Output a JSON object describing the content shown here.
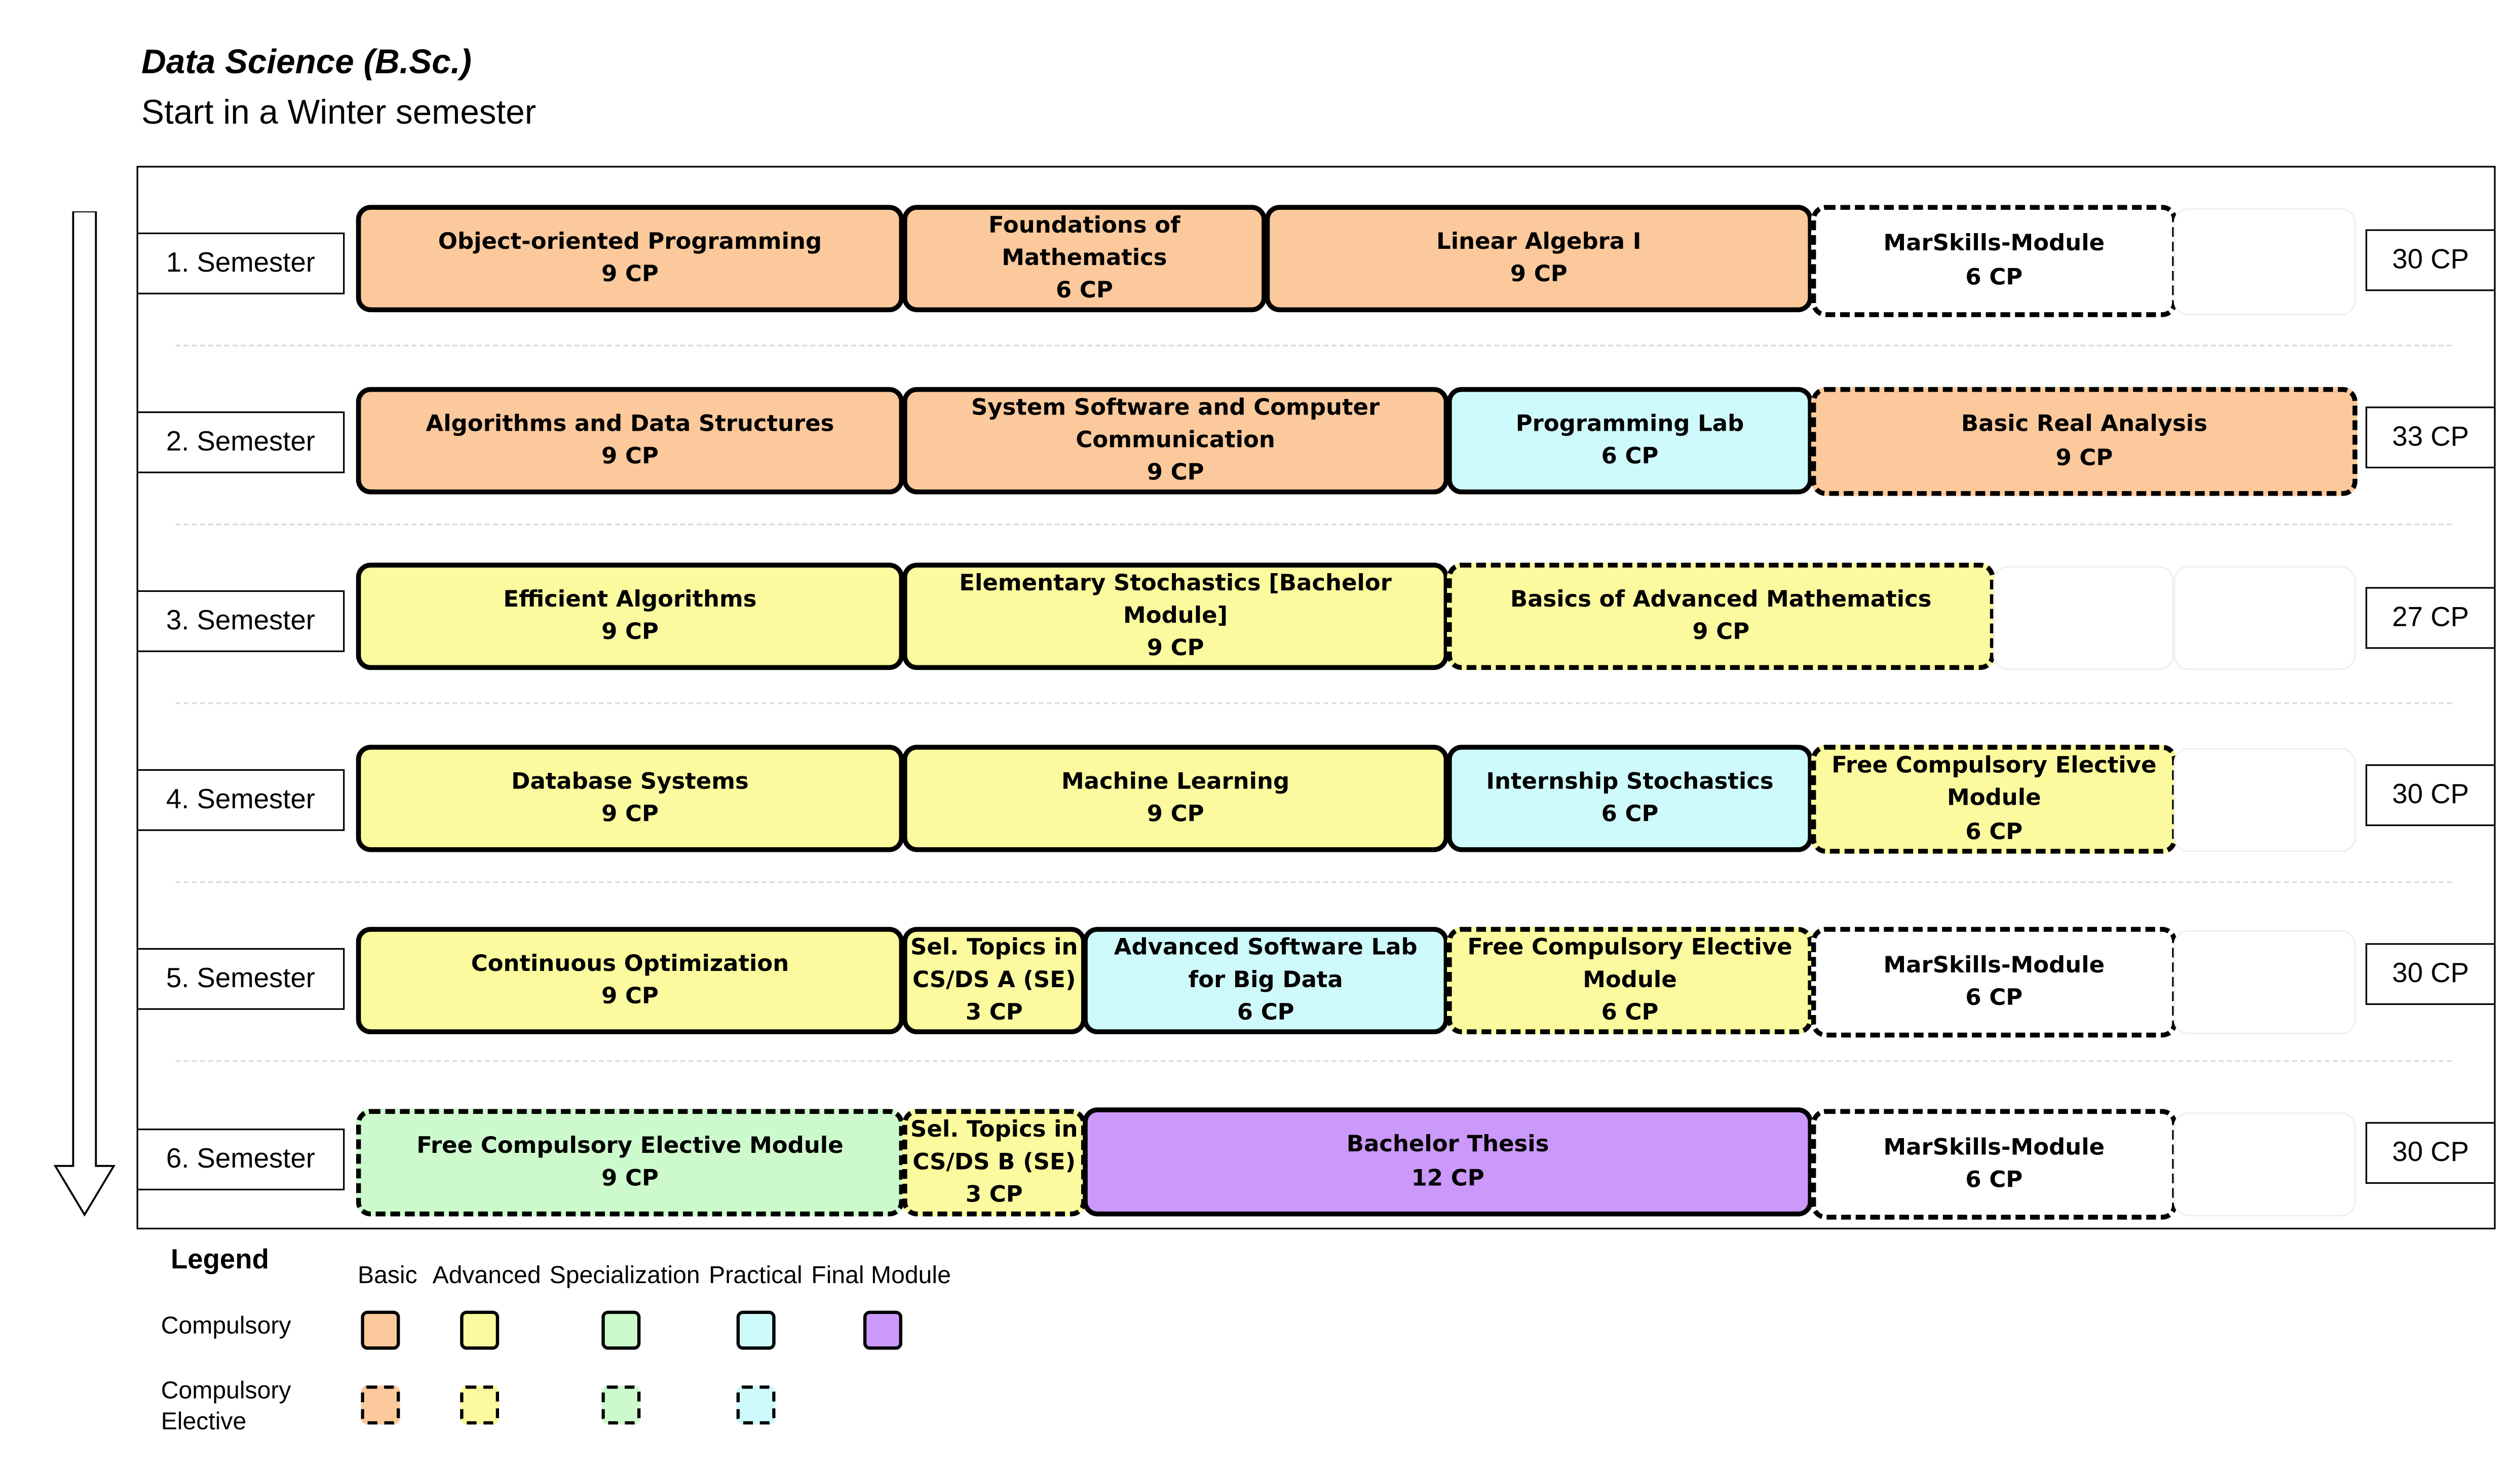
{
  "header": {
    "title": "Data Science (B.Sc.)",
    "subtitle": "Start in a Winter semester"
  },
  "semesters": [
    {
      "label": "1. Semester",
      "cp": "30 CP",
      "modules": [
        {
          "name": "Object-oriented Programming",
          "cp": "9 CP",
          "category": "basic",
          "type": "compulsory"
        },
        {
          "name": "Foundations of Mathematics",
          "cp": "6 CP",
          "category": "basic",
          "type": "compulsory"
        },
        {
          "name": "Linear Algebra I",
          "cp": "9 CP",
          "category": "basic",
          "type": "compulsory"
        },
        {
          "name": "MarSkills-Module",
          "cp": "6 CP",
          "category": "none",
          "type": "compulsory-elective"
        }
      ]
    },
    {
      "label": "2. Semester",
      "cp": "33 CP",
      "modules": [
        {
          "name": "Algorithms and Data Structures",
          "cp": "9 CP",
          "category": "basic",
          "type": "compulsory"
        },
        {
          "name": "System Software and Computer Communication",
          "cp": "9 CP",
          "category": "basic",
          "type": "compulsory"
        },
        {
          "name": "Programming Lab",
          "cp": "6 CP",
          "category": "practical",
          "type": "compulsory"
        },
        {
          "name": "Basic Real Analysis",
          "cp": "9 CP",
          "category": "basic",
          "type": "compulsory-elective"
        }
      ]
    },
    {
      "label": "3. Semester",
      "cp": "27 CP",
      "modules": [
        {
          "name": "Efficient Algorithms",
          "cp": "9 CP",
          "category": "advanced",
          "type": "compulsory"
        },
        {
          "name": "Elementary Stochastics [Bachelor Module]",
          "cp": "9 CP",
          "category": "advanced",
          "type": "compulsory"
        },
        {
          "name": "Basics of Advanced Mathematics",
          "cp": "9 CP",
          "category": "advanced",
          "type": "compulsory-elective"
        }
      ]
    },
    {
      "label": "4. Semester",
      "cp": "30 CP",
      "modules": [
        {
          "name": "Database Systems",
          "cp": "9 CP",
          "category": "advanced",
          "type": "compulsory"
        },
        {
          "name": "Machine Learning",
          "cp": "9 CP",
          "category": "advanced",
          "type": "compulsory"
        },
        {
          "name": "Internship Stochastics",
          "cp": "6 CP",
          "category": "practical",
          "type": "compulsory"
        },
        {
          "name": "Free Compulsory Elective Module",
          "cp": "6 CP",
          "category": "advanced",
          "type": "compulsory-elective"
        }
      ]
    },
    {
      "label": "5. Semester",
      "cp": "30 CP",
      "modules": [
        {
          "name": "Continuous Optimization",
          "cp": "9 CP",
          "category": "advanced",
          "type": "compulsory"
        },
        {
          "name": "Sel. Topics in CS/DS A (SE)",
          "cp": "3 CP",
          "category": "advanced",
          "type": "compulsory"
        },
        {
          "name": "Advanced Software Lab for Big Data",
          "cp": "6 CP",
          "category": "practical",
          "type": "compulsory"
        },
        {
          "name": "Free Compulsory Elective Module",
          "cp": "6 CP",
          "category": "advanced",
          "type": "compulsory-elective"
        },
        {
          "name": "MarSkills-Module",
          "cp": "6 CP",
          "category": "none",
          "type": "compulsory-elective"
        }
      ]
    },
    {
      "label": "6. Semester",
      "cp": "30 CP",
      "modules": [
        {
          "name": "Free Compulsory Elective Module",
          "cp": "9 CP",
          "category": "specialization",
          "type": "compulsory-elective"
        },
        {
          "name": "Sel. Topics in CS/DS B (SE)",
          "cp": "3 CP",
          "category": "advanced",
          "type": "compulsory-elective"
        },
        {
          "name": "Bachelor Thesis",
          "cp": "12 CP",
          "category": "final",
          "type": "compulsory"
        },
        {
          "name": "MarSkills-Module",
          "cp": "6 CP",
          "category": "none",
          "type": "compulsory-elective"
        }
      ]
    }
  ],
  "legend": {
    "title": "Legend",
    "columns": [
      "Basic",
      "Advanced",
      "Specialization",
      "Practical",
      "Final Module"
    ],
    "row_compulsory": "Compulsory",
    "row_elective_line1": "Compulsory",
    "row_elective_line2": "Elective"
  },
  "colors": {
    "basic": "#fbc99b",
    "advanced": "#fbfa9e",
    "specialization": "#cdfacd",
    "practical": "#cffafb",
    "final": "#cb99fa"
  }
}
